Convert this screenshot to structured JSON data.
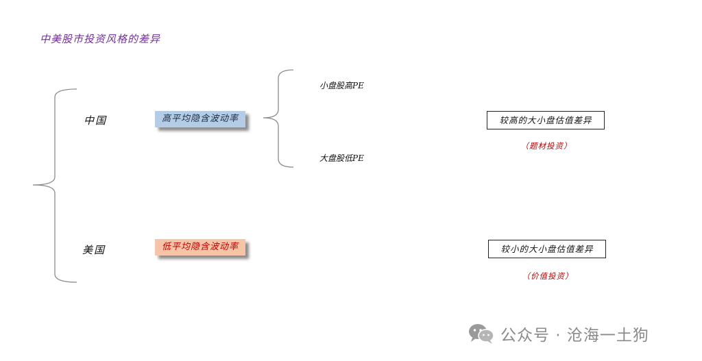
{
  "title": "中美股市投资风格的差异",
  "china": {
    "label": "中国",
    "volatility": "高平均隐含波动率",
    "small_cap": "小盘股高PE",
    "large_cap": "大盘股低PE",
    "result": "较高的大小盘估值差异",
    "note": "（题材投资）"
  },
  "usa": {
    "label": "美国",
    "volatility": "低平均隐含波动率",
    "result": "较小的大小盘估值差异",
    "note": "（价值投资）"
  },
  "watermark": {
    "icon": "wechat-icon",
    "text": "公众号 · 沧海一土狗"
  },
  "colors": {
    "title": "#7030a0",
    "china_box": "#b4cde6",
    "usa_box": "#f8c4a8",
    "accent_red": "#c00000"
  }
}
